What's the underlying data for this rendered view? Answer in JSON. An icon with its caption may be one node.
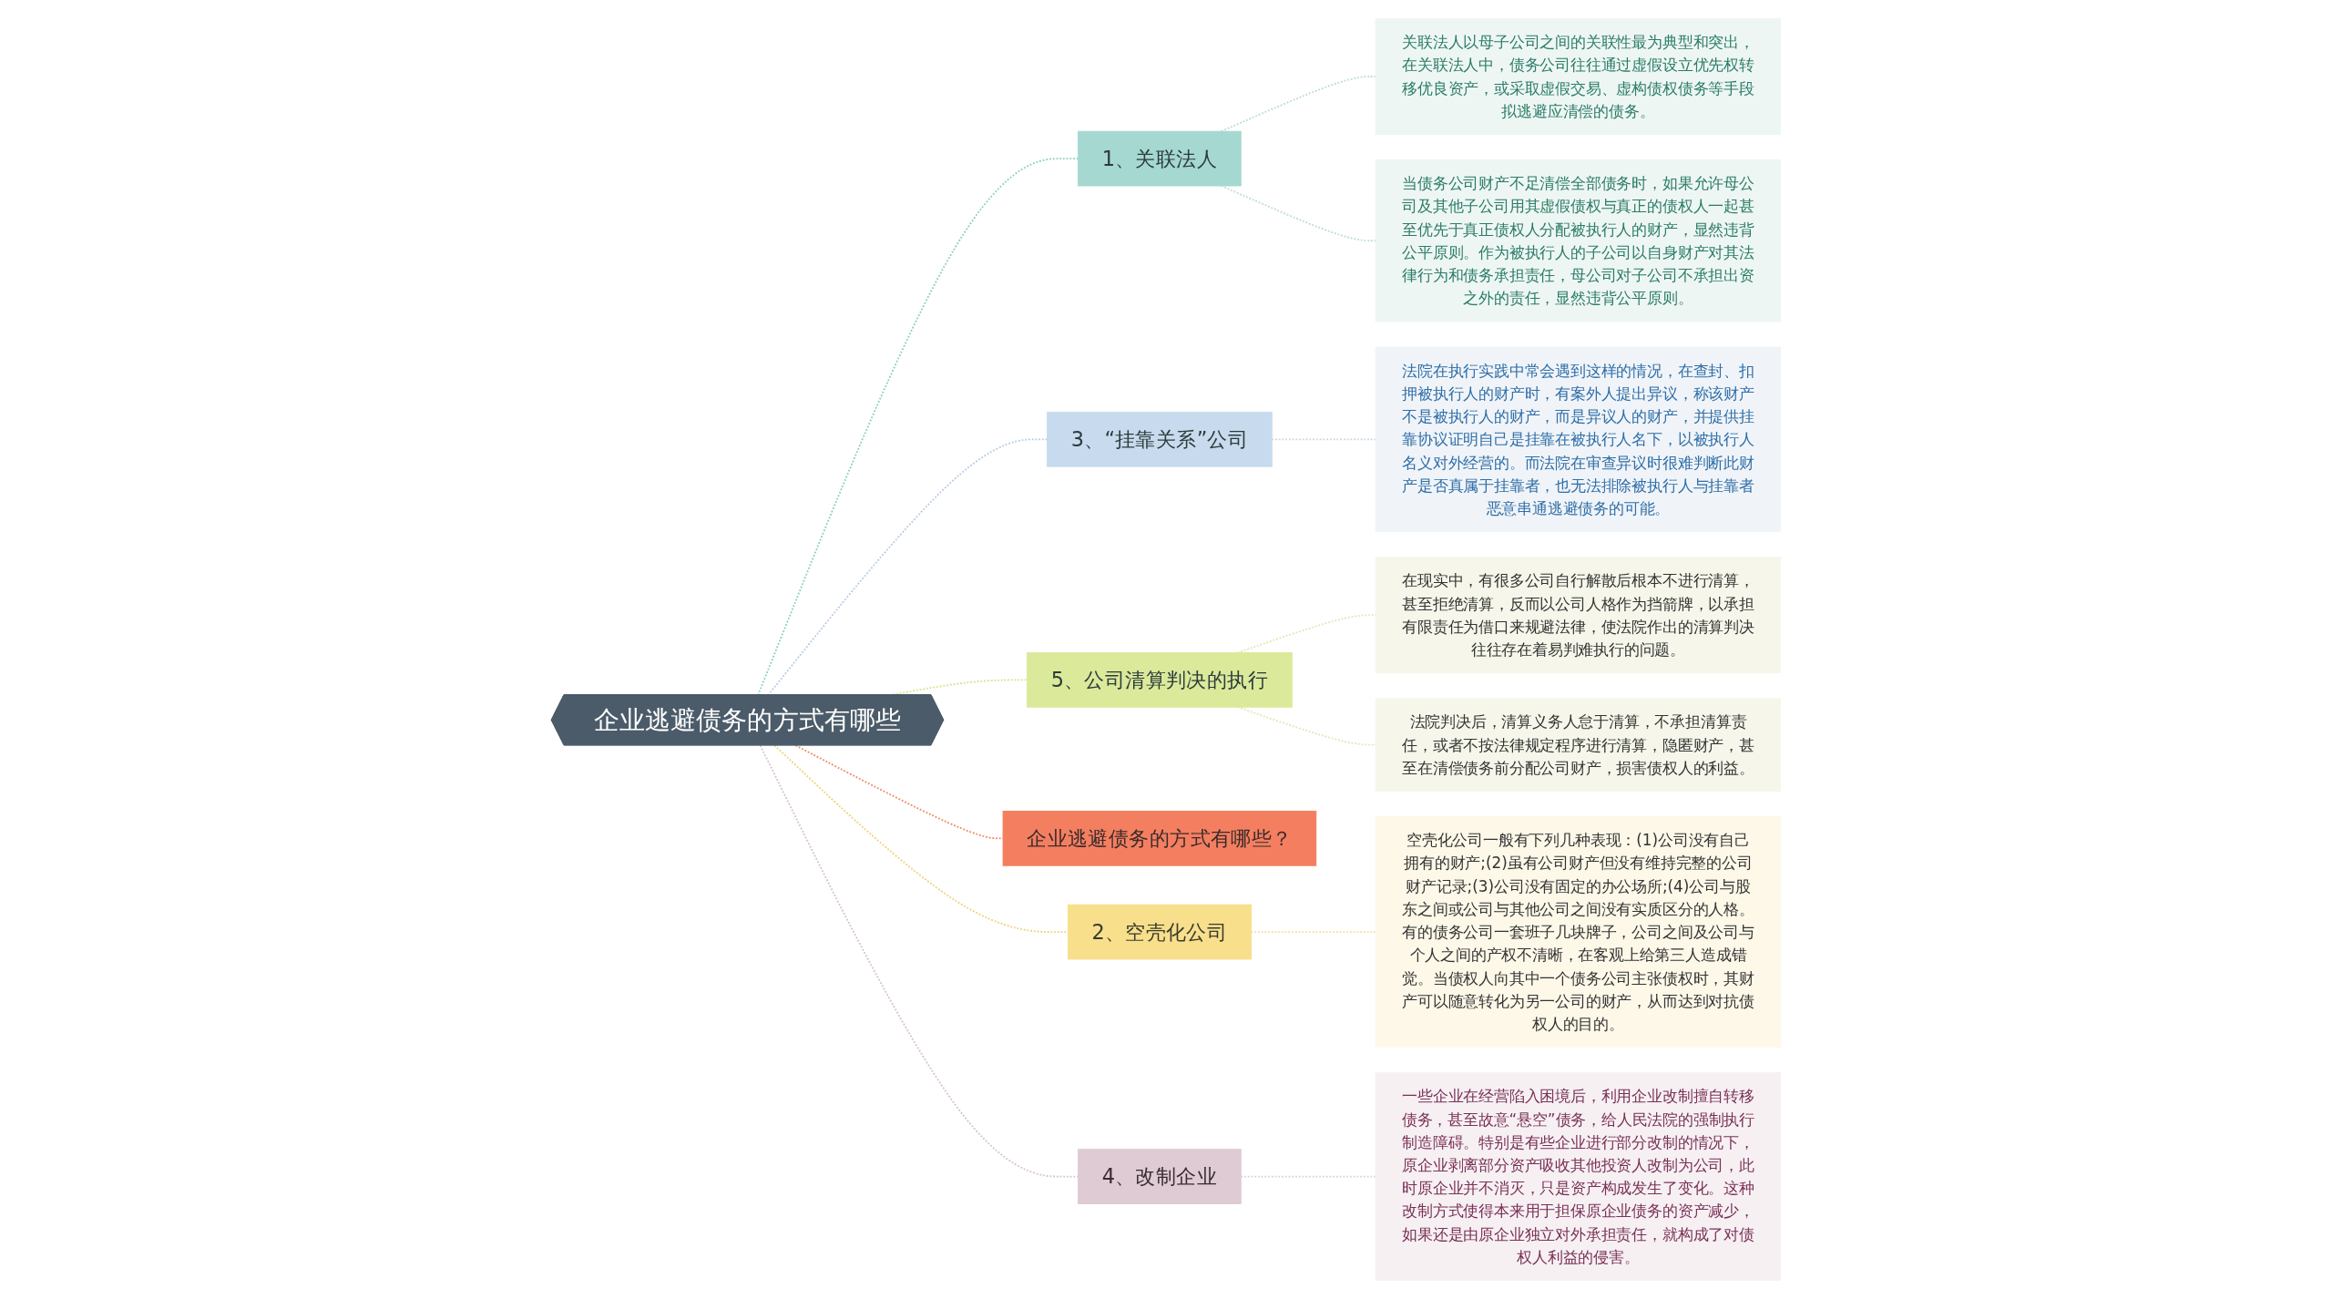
{
  "diagram": {
    "nodes": [
      {
        "text": [
          "企业逃避债务的方式有哪些"
        ]
      },
      {
        "text": [
          "1、关联法人"
        ]
      },
      {
        "text": [
          "关联法人以母子公司之间的关联性最为典型和突出，在关联法人中，债务公司往往通过虚假设立优先权转移优良资产，或采取虚假交易、虚构债权债务等手段拟逃避应清偿的债务。"
        ]
      },
      {
        "text": [
          "当债务公司财产不足清偿全部债务时，如果允许母公司及其他子公司用其虚假债权与真正的债权人一起甚至优先于真正债权人分配被执行人的财产，显然违背公平原则。作为被执行人的子公司以自身财产对其法律行为和债务承担责任，母公司对子公司不承担出资之外的责任，显然违背公平原则。"
        ]
      },
      {
        "text": [
          "3、“挂靠关系”公司"
        ]
      },
      {
        "text": [
          "法院在执行实践中常会遇到这样的情况，在查封、扣押被执行人的财产时，有案外人提出异议，称该财产不是被执行人的财产，而是异议人的财产，并提供挂靠协议证明自己是挂靠在被执行人名下，以被执行人名义对外经营的。而法院在审查异议时很难判断此财产是否真属于挂靠者，也无法排除被执行人与挂靠者恶意串通逃避债务的可能。"
        ]
      },
      {
        "text": [
          "5、公司清算判决的执行"
        ]
      },
      {
        "text": [
          "在现实中，有很多公司自行解散后根本不进行清算，甚至拒绝清算，反而以公司人格作为挡箭牌，以承担有限责任为借口来规避法律，使法院作出的清算判决往往存在着易判难执行的问题。"
        ]
      },
      {
        "text": [
          "法院判决后，清算义务人怠于清算，不承担清算责任，或者不按法律规定程序进行清算，隐匿财产，甚至在清偿债务前分配公司财产，损害债权人的利益。"
        ]
      },
      {
        "text": [
          "企业逃避债务的方式有哪些？"
        ]
      },
      {
        "text": [
          "2、空壳化公司"
        ]
      },
      {
        "text": [
          "空壳化公司一般有下列几种表现：(1)公司没有自己拥有的财产;(2)虽有公司财产但没有维持完整的公司财产记录;(3)公司没有固定的办公场所;(4)公司与股东之间或公司与其他公司之间没有实质区分的人格。有的债务公司一套班子几块牌子，公司之间及公司与个人之间的产权不清晰，在客观上给第三人造成错觉。当债权人向其中一个债务公司主张债权时，其财产可以随意转化为另一公司的财产，从而达到对抗债权人的目的。"
        ]
      },
      {
        "text": [
          "4、改制企业"
        ]
      },
      {
        "text": [
          "一些企业在经营陷入困境后，利用企业改制擅自转移债务，甚至故意“悬空”债务，给人民法院的强制执行制造障碍。特别是有些企业进行部分改制的情况下，原企业剥离部分资产吸收其他投资人改制为公司，此时原企业并不消灭，只是资产构成发生了变化。这种改制方式使得本来用于担保原企业债务的资产减少，如果还是由原企业独立对外承担责任，就构成了对债权人利益的侵害。"
        ]
      }
    ],
    "edges": [
      {
        "from": 0,
        "to": 1,
        "arrow": "none",
        "style": "dashed",
        "color": "#8fcfc6"
      },
      {
        "from": 1,
        "to": 2,
        "arrow": "none",
        "style": "dashed",
        "color": "#bcdcd6"
      },
      {
        "from": 1,
        "to": 3,
        "arrow": "none",
        "style": "dashed",
        "color": "#bcdcd6"
      },
      {
        "from": 0,
        "to": 4,
        "arrow": "none",
        "style": "dashed",
        "color": "#b8cde3"
      },
      {
        "from": 4,
        "to": 5,
        "arrow": "none",
        "style": "dashed",
        "color": "#c9d6e4"
      },
      {
        "from": 0,
        "to": 6,
        "arrow": "none",
        "style": "dashed",
        "color": "#d5e58c"
      },
      {
        "from": 6,
        "to": 7,
        "arrow": "none",
        "style": "dashed",
        "color": "#e0e8b4"
      },
      {
        "from": 6,
        "to": 8,
        "arrow": "none",
        "style": "dashed",
        "color": "#e0e8b4"
      },
      {
        "from": 0,
        "to": 9,
        "arrow": "none",
        "style": "dashed",
        "color": "#f08c6c"
      },
      {
        "from": 0,
        "to": 10,
        "arrow": "none",
        "style": "dashed",
        "color": "#f0d27c"
      },
      {
        "from": 10,
        "to": 11,
        "arrow": "none",
        "style": "dashed",
        "color": "#f0e0a8"
      },
      {
        "from": 0,
        "to": 12,
        "arrow": "none",
        "style": "dashed",
        "color": "#d7c3cc"
      },
      {
        "from": 12,
        "to": 13,
        "arrow": "none",
        "style": "dashed",
        "color": "#e0d0d8"
      }
    ]
  }
}
